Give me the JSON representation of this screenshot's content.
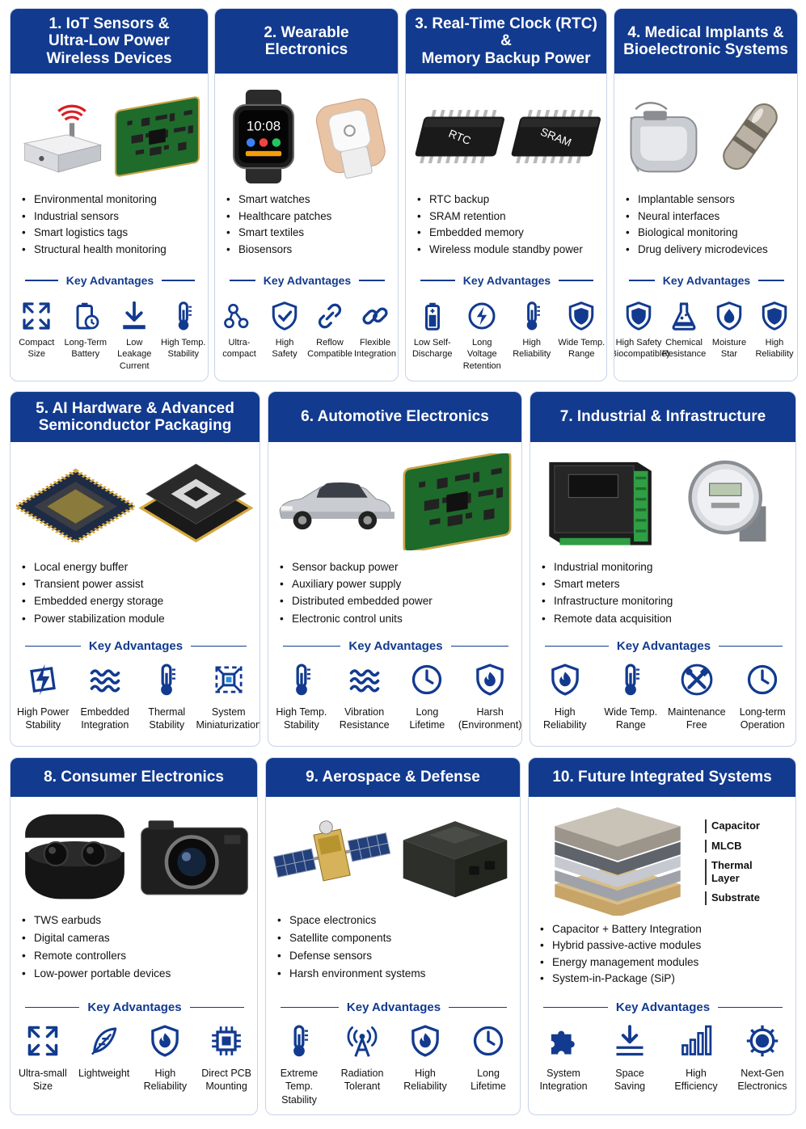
{
  "colors": {
    "header": "#123a8f",
    "accent": "#123a8f",
    "border": "#c9d3e6"
  },
  "key_advantages_label": "Key Advantages",
  "cards": [
    {
      "title": "1. IoT Sensors &\nUltra-Low Power\nWireless Devices",
      "images": [
        "wireless-sensor-node",
        "iot-circuit-board"
      ],
      "bullets": [
        "Environmental monitoring",
        "Industrial sensors",
        "Smart logistics tags",
        "Structural health monitoring"
      ],
      "advantages": [
        {
          "icon": "expand-arrows-icon",
          "label": "Compact\nSize"
        },
        {
          "icon": "battery-clock-icon",
          "label": "Long-Term\nBattery"
        },
        {
          "icon": "download-arrow-icon",
          "label": "Low Leakage\nCurrent"
        },
        {
          "icon": "thermometer-icon",
          "label": "High Temp.\nStability"
        }
      ]
    },
    {
      "title": "2. Wearable\nElectronics",
      "images": [
        "smartwatch",
        "healthcare-patch"
      ],
      "watch_time": "10:08",
      "bullets": [
        "Smart watches",
        "Healthcare patches",
        "Smart textiles",
        "Biosensors"
      ],
      "advantages": [
        {
          "icon": "nodes-icon",
          "label": "Ultra-compact"
        },
        {
          "icon": "shield-check-icon",
          "label": "High Safety"
        },
        {
          "icon": "link-icon",
          "label": "Reflow\nCompatible"
        },
        {
          "icon": "chain-icon",
          "label": "Flexible\nIntegration"
        }
      ]
    },
    {
      "title": "3. Real-Time Clock (RTC) &\nMemory Backup Power",
      "images": [
        "rtc-chip",
        "sram-chip"
      ],
      "chip_labels": [
        "RTC",
        "SRAM"
      ],
      "bullets": [
        "RTC backup",
        "SRAM retention",
        "Embedded memory",
        "Wireless module standby power"
      ],
      "advantages": [
        {
          "icon": "battery-icon",
          "label": "Low Self-\nDischarge"
        },
        {
          "icon": "bolt-circle-icon",
          "label": "Long Voltage\nRetention"
        },
        {
          "icon": "thermometer-icon",
          "label": "High\nReliability"
        },
        {
          "icon": "shield-icon",
          "label": "Wide Temp.\nRange"
        }
      ]
    },
    {
      "title": "4. Medical Implants &\nBioelectronic Systems",
      "images": [
        "pacemaker",
        "capsule-implant"
      ],
      "bullets": [
        "Implantable sensors",
        "Neural interfaces",
        "Biological monitoring",
        "Drug delivery microdevices"
      ],
      "advantages": [
        {
          "icon": "shield-icon",
          "label": "High Safety\n(Biocompatible)"
        },
        {
          "icon": "flask-icon",
          "label": "Chemical\nResistance"
        },
        {
          "icon": "drop-icon",
          "label": "Moisture\nStar"
        },
        {
          "icon": "shield-icon",
          "label": "High\nReliability"
        }
      ]
    },
    {
      "title": "5. AI Hardware & Advanced\nSemiconductor Packaging",
      "images": [
        "ai-processor-chip",
        "stacked-package"
      ],
      "bullets": [
        "Local energy buffer",
        "Transient power assist",
        "Embedded energy storage",
        "Power stabilization module"
      ],
      "advantages": [
        {
          "icon": "chip-bolt-icon",
          "label": "High Power\nStability"
        },
        {
          "icon": "waves-icon",
          "label": "Embedded\nIntegration"
        },
        {
          "icon": "thermometer-icon",
          "label": "Thermal\nStability"
        },
        {
          "icon": "miniaturize-icon",
          "label": "System\nMiniaturization"
        }
      ]
    },
    {
      "title": "6. Automotive Electronics",
      "images": [
        "car",
        "ecu-board"
      ],
      "bullets": [
        "Sensor backup power",
        "Auxiliary power supply",
        "Distributed embedded power",
        "Electronic control units"
      ],
      "advantages": [
        {
          "icon": "thermometer-icon",
          "label": "High Temp.\nStability"
        },
        {
          "icon": "waves-icon",
          "label": "Vibration\nResistance"
        },
        {
          "icon": "clock-icon",
          "label": "Long\nLifetime"
        },
        {
          "icon": "flame-shield-icon",
          "label": "Harsh\n(Environment)"
        }
      ]
    },
    {
      "title": "7. Industrial & Infrastructure",
      "images": [
        "industrial-controller",
        "smart-meter"
      ],
      "bullets": [
        "Industrial monitoring",
        "Smart meters",
        "Infrastructure monitoring",
        "Remote data acquisition"
      ],
      "advantages": [
        {
          "icon": "flame-shield-icon",
          "label": "High\nReliability"
        },
        {
          "icon": "thermometer-icon",
          "label": "Wide Temp.\nRange"
        },
        {
          "icon": "tools-icon",
          "label": "Maintenance\nFree"
        },
        {
          "icon": "clock-icon",
          "label": "Long-term\nOperation"
        }
      ]
    },
    {
      "title": "8. Consumer Electronics",
      "images": [
        "tws-earbuds",
        "digital-camera"
      ],
      "bullets": [
        "TWS earbuds",
        "Digital cameras",
        "Remote controllers",
        "Low-power portable devices"
      ],
      "advantages": [
        {
          "icon": "expand-arrows-icon",
          "label": "Ultra-small\nSize"
        },
        {
          "icon": "feather-icon",
          "label": "Lightweight"
        },
        {
          "icon": "flame-shield-icon",
          "label": "High\nReliability"
        },
        {
          "icon": "chip-icon",
          "label": "Direct PCB\nMounting"
        }
      ]
    },
    {
      "title": "9. Aerospace & Defense",
      "images": [
        "satellite",
        "rugged-module"
      ],
      "bullets": [
        "Space electronics",
        "Satellite components",
        "Defense sensors",
        "Harsh environment systems"
      ],
      "advantages": [
        {
          "icon": "thermometer-icon",
          "label": "Extreme Temp.\nStability"
        },
        {
          "icon": "antenna-icon",
          "label": "Radiation\nTolerant"
        },
        {
          "icon": "flame-shield-icon",
          "label": "High\nReliability"
        },
        {
          "icon": "clock-icon",
          "label": "Long\nLifetime"
        }
      ]
    },
    {
      "title": "10. Future Integrated Systems",
      "images": [
        "layer-stack"
      ],
      "layer_labels": [
        "Capacitor",
        "MLCB",
        "Thermal\nLayer",
        "Substrate"
      ],
      "bullets": [
        "Capacitor + Battery Integration",
        "Hybrid passive-active modules",
        "Energy management modules",
        "System-in-Package (SiP)"
      ],
      "advantages": [
        {
          "icon": "puzzle-icon",
          "label": "System\nIntegration"
        },
        {
          "icon": "compress-down-icon",
          "label": "Space\nSaving"
        },
        {
          "icon": "signal-bars-icon",
          "label": "High\nEfficiency"
        },
        {
          "icon": "gear-target-icon",
          "label": "Next-Gen\nElectronics"
        }
      ]
    }
  ]
}
